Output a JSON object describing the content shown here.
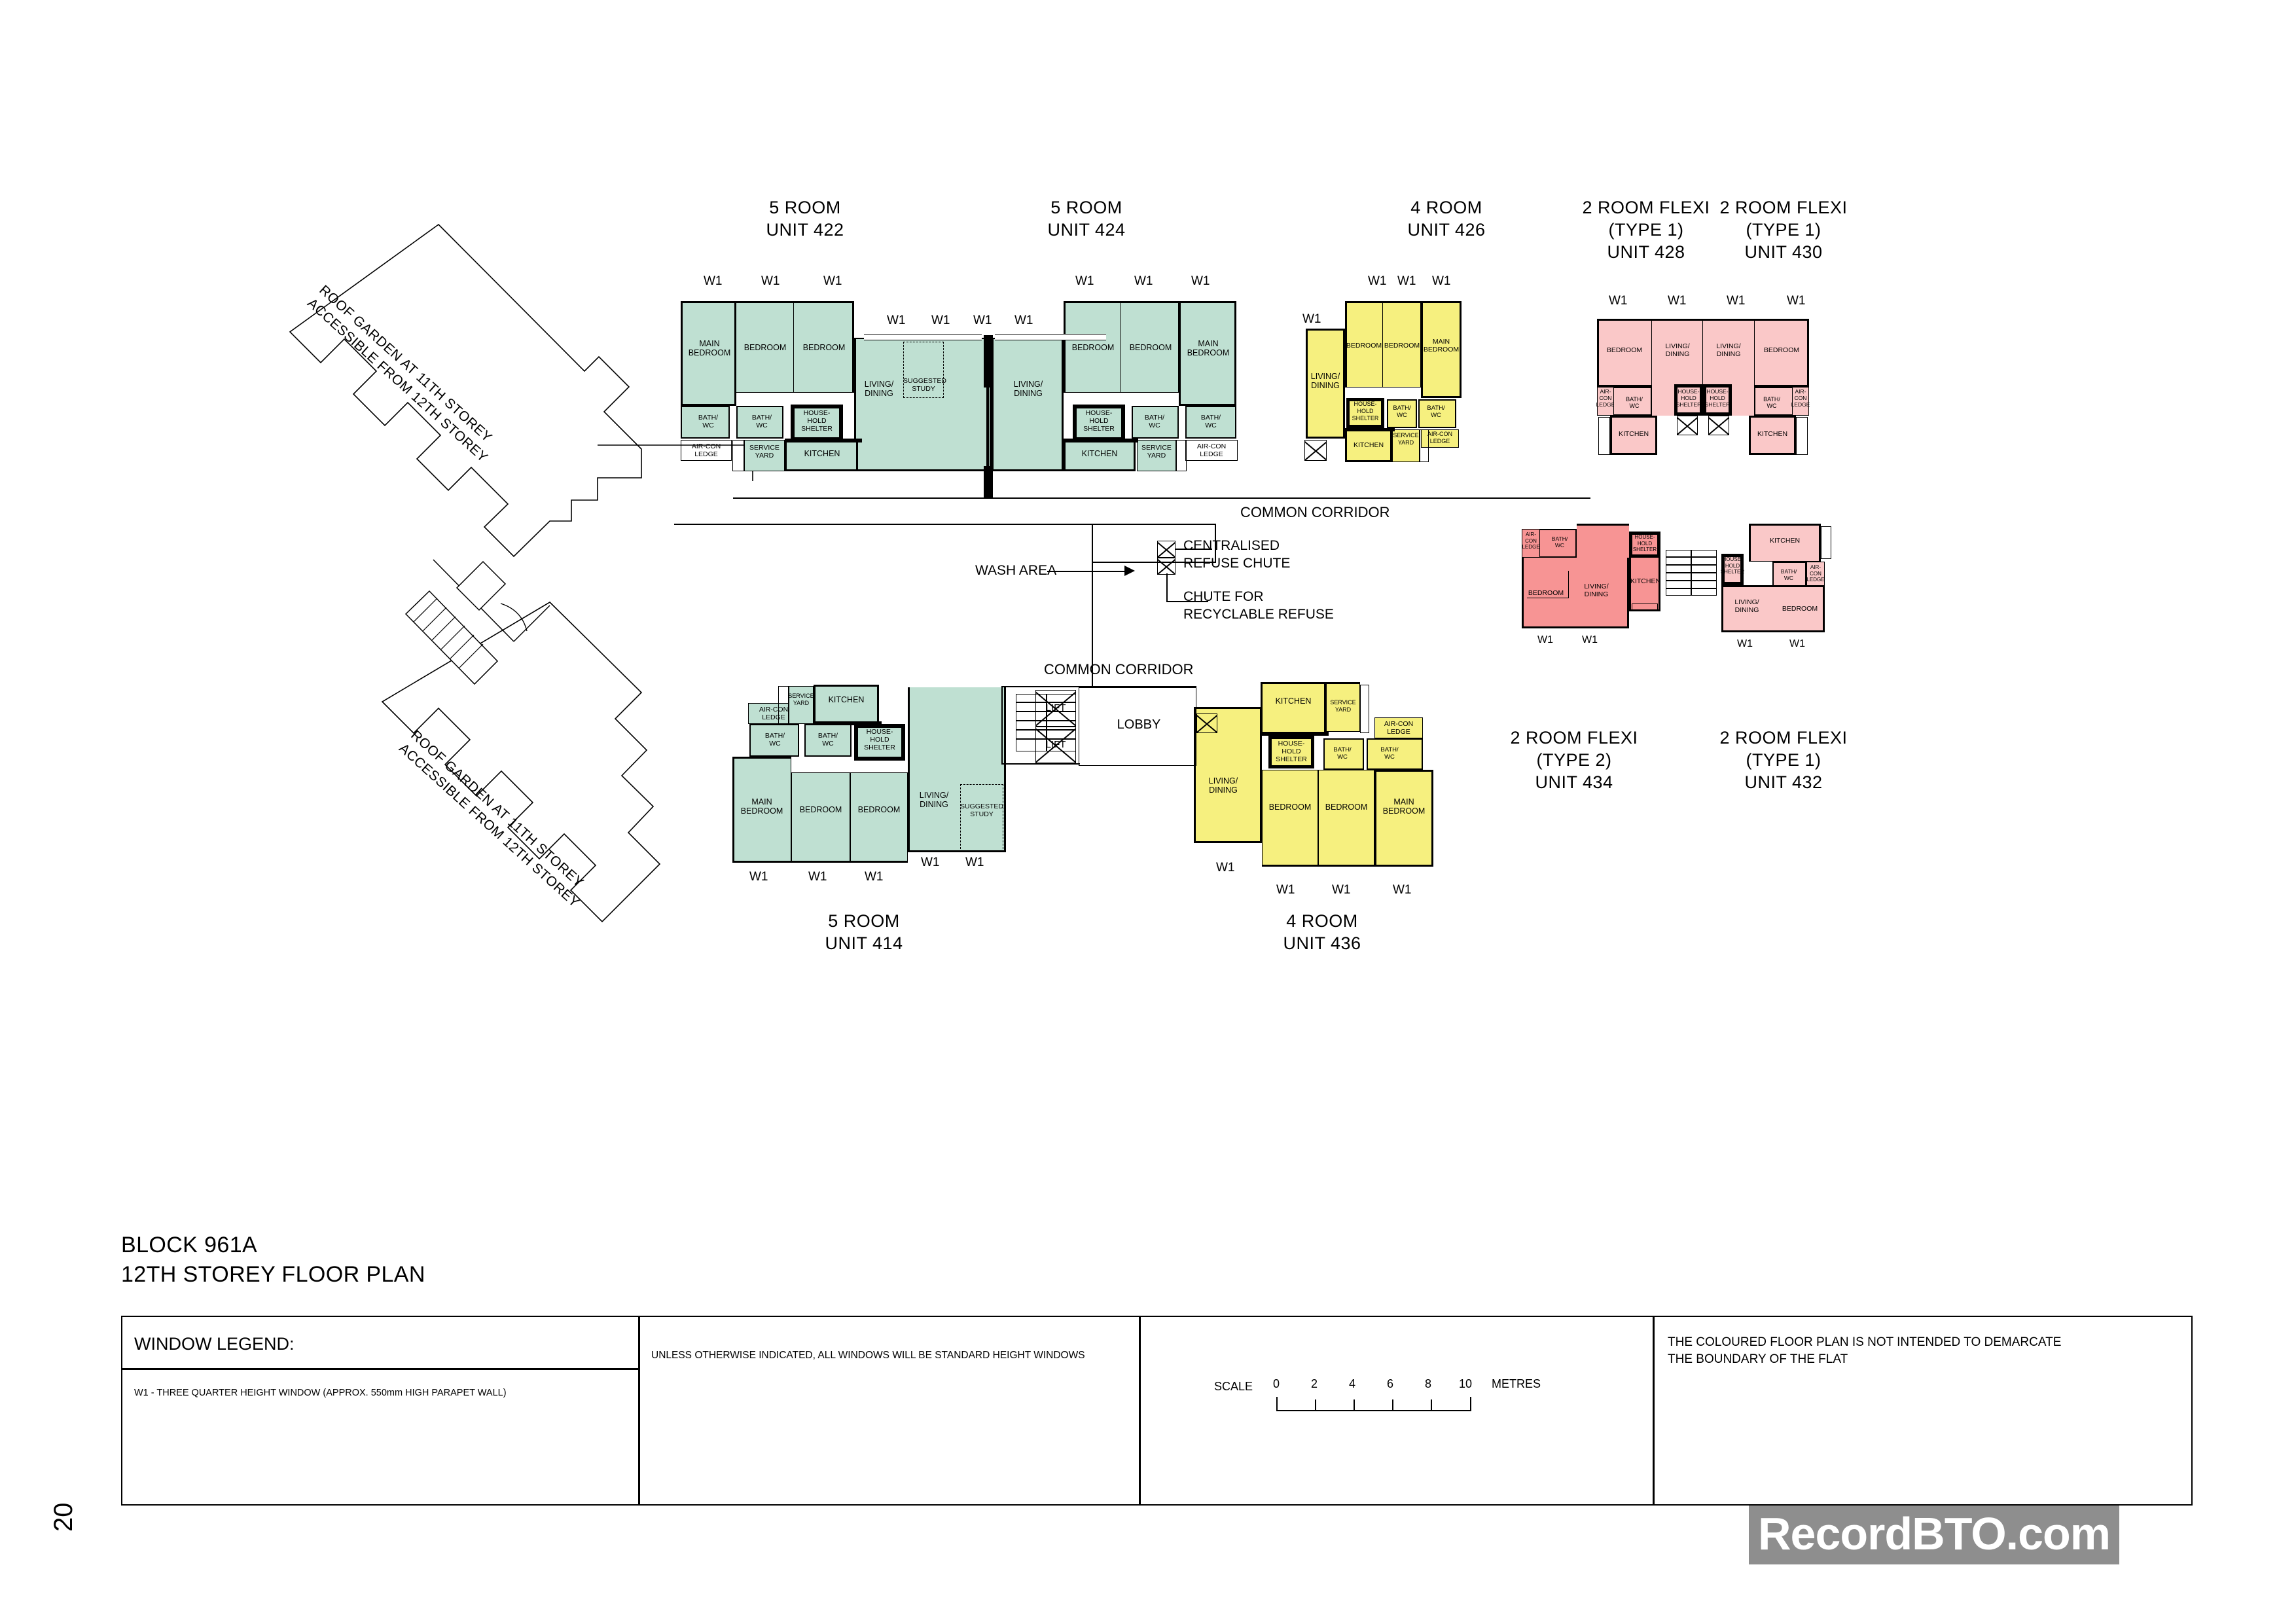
{
  "document": {
    "block_title_line1": "BLOCK 961A",
    "block_title_line2": "12TH STOREY FLOOR PLAN",
    "page_number": "20",
    "watermark": "RecordBTO.com"
  },
  "labels": {
    "common_corridor": "COMMON CORRIDOR",
    "wash_area": "WASH AREA",
    "centralised_refuse_chute": "CENTRALISED\nREFUSE CHUTE",
    "centralised_refuse_chute_l1": "CENTRALISED",
    "centralised_refuse_chute_l2": "REFUSE CHUTE",
    "chute_recyclable_l1": "CHUTE FOR",
    "chute_recyclable_l2": "RECYCLABLE REFUSE",
    "lobby": "LOBBY",
    "lift": "LIFT",
    "roof_garden_l1": "ROOF GARDEN AT 11TH STOREY",
    "roof_garden_l2": "ACCESSIBLE FROM 12TH STOREY",
    "window_tag": "W1"
  },
  "room_names": {
    "main_bedroom_l1": "MAIN",
    "main_bedroom_l2": "BEDROOM",
    "bedroom": "BEDROOM",
    "living_l1": "LIVING/",
    "living_l2": "DINING",
    "kitchen": "KITCHEN",
    "bath_l1": "BATH/",
    "bath_l2": "WC",
    "household_l1": "HOUSE-",
    "household_l2": "HOLD",
    "household_l3": "SHELTER",
    "aircon_l1": "AIR-CON",
    "aircon_l2": "LEDGE",
    "aircon_s1": "AIR-",
    "aircon_s2": "CON",
    "aircon_s3": "LEDGE",
    "service_l1": "SERVICE",
    "service_l2": "YARD",
    "suggested_l1": "SUGGESTED",
    "suggested_l2": "STUDY"
  },
  "units": [
    {
      "id": "422",
      "type": "5 ROOM",
      "unit_label": "UNIT 422",
      "colour": "#bfe0d2"
    },
    {
      "id": "424",
      "type": "5 ROOM",
      "unit_label": "UNIT 424",
      "colour": "#bfe0d2"
    },
    {
      "id": "426",
      "type": "4 ROOM",
      "unit_label": "UNIT 426",
      "colour": "#f6f07f"
    },
    {
      "id": "428",
      "type": "2 ROOM FLEXI",
      "subtype": "(TYPE 1)",
      "unit_label": "UNIT 428",
      "colour": "#fac8c8"
    },
    {
      "id": "430",
      "type": "2 ROOM FLEXI",
      "subtype": "(TYPE 1)",
      "unit_label": "UNIT 430",
      "colour": "#fac8c8"
    },
    {
      "id": "432",
      "type": "2 ROOM FLEXI",
      "subtype": "(TYPE 1)",
      "unit_label": "UNIT 432",
      "colour": "#fac8c8"
    },
    {
      "id": "434",
      "type": "2 ROOM FLEXI",
      "subtype": "(TYPE 2)",
      "unit_label": "UNIT 434",
      "colour": "#f79494"
    },
    {
      "id": "414",
      "type": "5 ROOM",
      "unit_label": "UNIT 414",
      "colour": "#bfe0d2"
    },
    {
      "id": "436",
      "type": "4 ROOM",
      "unit_label": "UNIT 436",
      "colour": "#f6f07f"
    }
  ],
  "titleblock": {
    "window_legend_heading": "WINDOW LEGEND:",
    "window_legend_item": "W1  -  THREE QUARTER HEIGHT WINDOW (APPROX. 550mm HIGH PARAPET WALL)",
    "standard_note": "UNLESS OTHERWISE INDICATED,  ALL WINDOWS WILL BE STANDARD HEIGHT WINDOWS",
    "scale_label": "SCALE",
    "scale_ticks": [
      "0",
      "2",
      "4",
      "6",
      "8",
      "10"
    ],
    "scale_units": "METRES",
    "colour_note_l1": "THE COLOURED FLOOR PLAN IS NOT INTENDED TO DEMARCATE",
    "colour_note_l2": "THE BOUNDARY OF THE FLAT"
  }
}
